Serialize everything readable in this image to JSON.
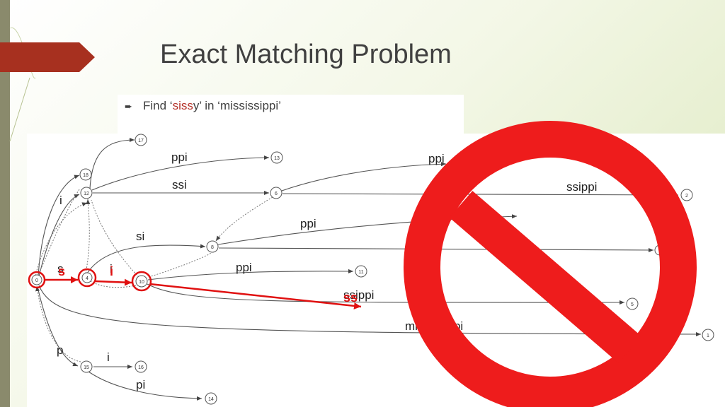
{
  "slide": {
    "title": "Exact Matching Problem",
    "bullet_prefix": "Find ‘",
    "bullet_highlight": "siss",
    "bullet_middle": "y’ in ‘",
    "bullet_suffix": "mississippi’",
    "bullet_icon": "arrow-bullet-icon"
  },
  "tree": {
    "nodes": [
      {
        "id": "0",
        "label": "0"
      },
      {
        "id": "4",
        "label": "4"
      },
      {
        "id": "10",
        "label": "10"
      },
      {
        "id": "12",
        "label": "12"
      },
      {
        "id": "18",
        "label": "18"
      },
      {
        "id": "17",
        "label": "17"
      },
      {
        "id": "13",
        "label": "13"
      },
      {
        "id": "6",
        "label": "6"
      },
      {
        "id": "3",
        "label": ""
      },
      {
        "id": "2",
        "label": "2"
      },
      {
        "id": "8",
        "label": "8"
      },
      {
        "id": "9",
        "label": ""
      },
      {
        "id": "11",
        "label": "11"
      },
      {
        "id": "5",
        "label": "5"
      },
      {
        "id": "1",
        "label": "1"
      },
      {
        "id": "15",
        "label": "15"
      },
      {
        "id": "16",
        "label": "16"
      },
      {
        "id": "14",
        "label": "14"
      }
    ],
    "edge_labels": [
      {
        "key": "ppi_top",
        "text": "ppi"
      },
      {
        "key": "ssi",
        "text": "ssi"
      },
      {
        "key": "ppi_6",
        "text": "ppi"
      },
      {
        "key": "ssippi_6",
        "text": "ssippi"
      },
      {
        "key": "i",
        "text": "i"
      },
      {
        "key": "si",
        "text": "si"
      },
      {
        "key": "ppi_8",
        "text": "ppi"
      },
      {
        "key": "s",
        "text": "s"
      },
      {
        "key": "i_4",
        "text": "i"
      },
      {
        "key": "ppi_10",
        "text": "ppi"
      },
      {
        "key": "ssippi_10",
        "text": "ssippi"
      },
      {
        "key": "mississippi",
        "text": "mississippi"
      },
      {
        "key": "p",
        "text": "p"
      },
      {
        "key": "i_15",
        "text": "i"
      },
      {
        "key": "pi",
        "text": "pi"
      }
    ],
    "annotations": [
      {
        "key": "s_red",
        "text": "s"
      },
      {
        "key": "i_red",
        "text": "i"
      },
      {
        "key": "ss_red",
        "text": "ss"
      }
    ]
  },
  "overlay": {
    "icon": "prohibited-icon",
    "color": "#ee1c1c"
  },
  "colors": {
    "accent_bar": "#a7301f",
    "highlight": "#e01010",
    "text": "#404040"
  }
}
